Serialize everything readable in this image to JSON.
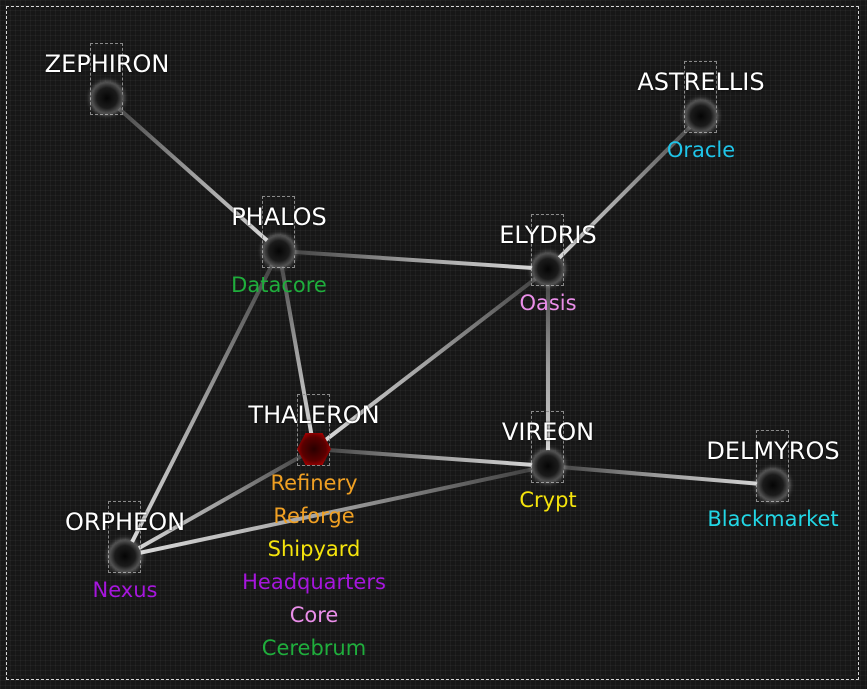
{
  "colors": {
    "background": "#171717",
    "edge": "#9e9e9e",
    "planet_rim": "#ffffff",
    "home_planet": "#d80000",
    "label": "#ffffff"
  },
  "systems": [
    {
      "id": "zephiron",
      "name": "ZEPHIRON",
      "facilities": []
    },
    {
      "id": "astrellis",
      "name": "ASTRELLIS",
      "facilities": [
        {
          "label": "Oracle",
          "color": "#1fc4e8"
        }
      ]
    },
    {
      "id": "phalos",
      "name": "PHALOS",
      "facilities": [
        {
          "label": "Datacore",
          "color": "#1fae3c"
        }
      ]
    },
    {
      "id": "elydris",
      "name": "ELYDRIS",
      "facilities": [
        {
          "label": "Oasis",
          "color": "#ea8ee9"
        }
      ]
    },
    {
      "id": "thaleron",
      "name": "THALERON",
      "home": true,
      "facilities": [
        {
          "label": "Refinery",
          "color": "#f0a023"
        },
        {
          "label": "Reforge",
          "color": "#f0a023"
        },
        {
          "label": "Shipyard",
          "color": "#f5e40c"
        },
        {
          "label": "Headquarters",
          "color": "#a616dd"
        },
        {
          "label": "Core",
          "color": "#ea8ee9"
        },
        {
          "label": "Cerebrum",
          "color": "#1fae3c"
        }
      ]
    },
    {
      "id": "vireon",
      "name": "VIREON",
      "facilities": [
        {
          "label": "Crypt",
          "color": "#f5e40c"
        }
      ]
    },
    {
      "id": "delmyros",
      "name": "DELMYROS",
      "facilities": [
        {
          "label": "Blackmarket",
          "color": "#22d7e6"
        }
      ]
    },
    {
      "id": "orpheon",
      "name": "ORPHEON",
      "facilities": [
        {
          "label": "Nexus",
          "color": "#a616dd"
        }
      ]
    }
  ],
  "lanes": [
    [
      "zephiron",
      "phalos"
    ],
    [
      "astrellis",
      "elydris"
    ],
    [
      "phalos",
      "elydris"
    ],
    [
      "phalos",
      "thaleron"
    ],
    [
      "phalos",
      "orpheon"
    ],
    [
      "elydris",
      "thaleron"
    ],
    [
      "elydris",
      "vireon"
    ],
    [
      "thaleron",
      "vireon"
    ],
    [
      "thaleron",
      "orpheon"
    ],
    [
      "vireon",
      "orpheon"
    ],
    [
      "vireon",
      "delmyros"
    ]
  ]
}
